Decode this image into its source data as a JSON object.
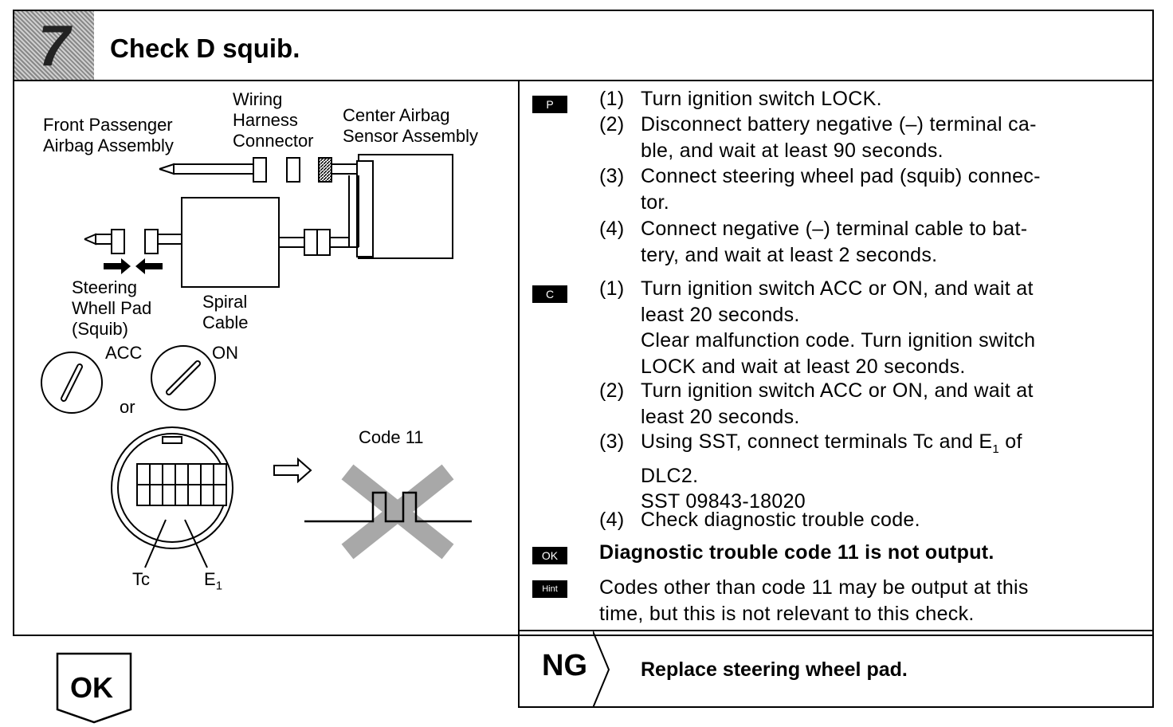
{
  "header": {
    "step_number": "7",
    "title": "Check D squib."
  },
  "diagram": {
    "label_front_passenger": "Front Passenger\nAirbag Assembly",
    "label_wiring": "Wiring\nHarness\nConnector",
    "label_center_sensor": "Center Airbag\nSensor Assembly",
    "label_steering_pad": "Steering\nWhell Pad\n(Squib)",
    "label_spiral": "Spiral\nCable",
    "label_acc": "ACC",
    "label_on": "ON",
    "label_or": "or",
    "label_code": "Code 11",
    "label_tc": "Tc",
    "label_e1": "E",
    "label_e1_sub": "1"
  },
  "tags": {
    "p": "P",
    "c": "C",
    "ok": "OK",
    "hint": "Hint"
  },
  "procedure_p": [
    {
      "num": "(1)",
      "text": "Turn ignition switch LOCK."
    },
    {
      "num": "(2)",
      "text": "Disconnect battery negative (–) terminal ca-\nble, and wait at least 90 seconds."
    },
    {
      "num": "(3)",
      "text": "Connect steering wheel pad (squib) connec-\ntor."
    },
    {
      "num": "(4)",
      "text": "Connect negative (–) terminal cable to bat-\ntery, and wait at least 2 seconds."
    }
  ],
  "procedure_c": [
    {
      "num": "(1)",
      "text": "Turn ignition switch ACC or ON, and wait at\nleast 20 seconds.\nClear malfunction code. Turn ignition switch\nLOCK and wait at least 20 seconds."
    },
    {
      "num": "(2)",
      "text": "Turn ignition switch ACC or ON, and wait at\nleast 20 seconds."
    },
    {
      "num": "(3)",
      "text": "Using SST, connect terminals Tc and E",
      "sub": "1",
      "text_after": " of\nDLC2.\nSST  09843-18020"
    },
    {
      "num": "(4)",
      "text": "Check diagnostic trouble code."
    }
  ],
  "ok_result": "Diagnostic trouble code 11 is not output.",
  "hint_text": "Codes other than code 11 may be output at this\ntime, but this is not relevant to this check.",
  "ng": {
    "label": "NG",
    "action": "Replace steering wheel pad."
  },
  "ok_button": "OK"
}
